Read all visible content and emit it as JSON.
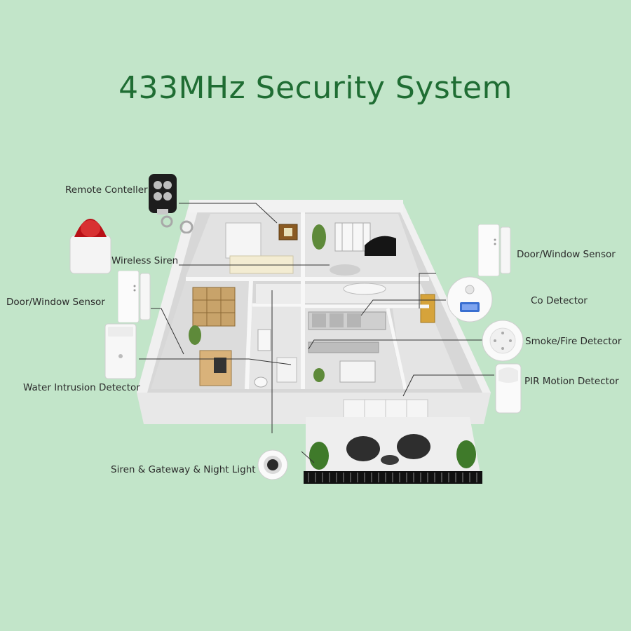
{
  "title": "433MHz Security System",
  "labels": {
    "remote_controller": "Remote  Conteller",
    "wireless_siren": "Wireless  Siren",
    "door_window_left": "Door/Window Sensor",
    "water_intrusion": "Water Intrusion Detector",
    "siren_gateway": "Siren  &  Gateway  &  Night  Light",
    "door_window_right": "Door/Window Sensor",
    "co_detector": "Co Detector",
    "smoke_fire": "Smoke/Fire Detector",
    "pir_motion": "PIR Motion Detector"
  },
  "colors": {
    "background": "#c2e5c9",
    "title": "#1f6d33",
    "lines": "#333333"
  }
}
